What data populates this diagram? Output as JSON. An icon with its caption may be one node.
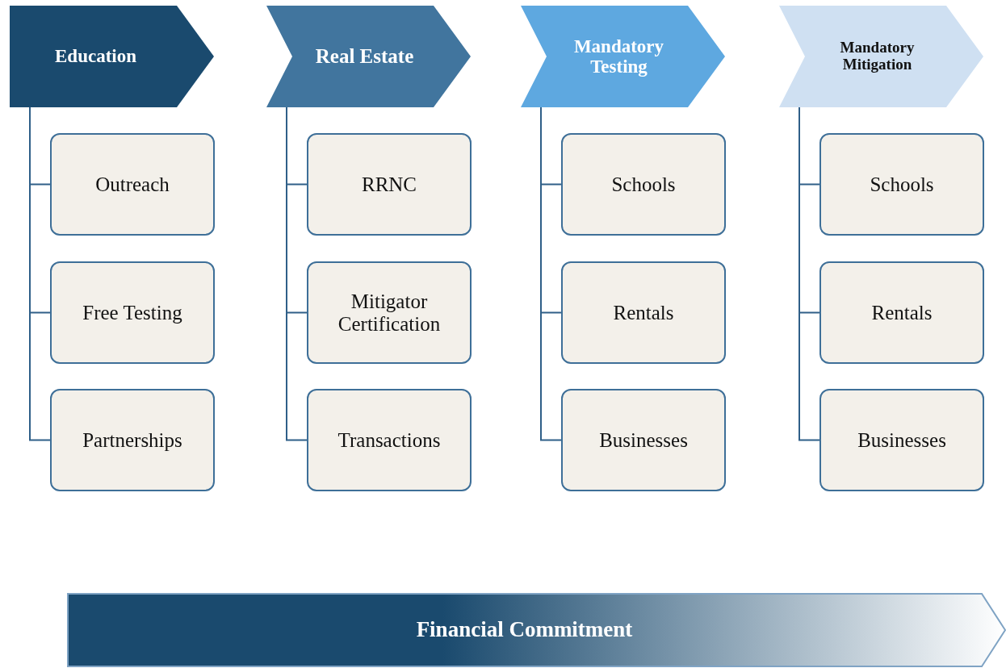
{
  "diagram": {
    "nodes": [
      {
        "text": [
          "Education"
        ]
      },
      {
        "text": [
          "Outreach"
        ]
      },
      {
        "text": [
          "Free Testing"
        ]
      },
      {
        "text": [
          "Partnerships"
        ]
      },
      {
        "text": [
          "Real Estate"
        ]
      },
      {
        "text": [
          "RRNC"
        ]
      },
      {
        "text": [
          "Mitigator Certification"
        ]
      },
      {
        "text": [
          "Transactions"
        ]
      },
      {
        "text": [
          "Mandatory Testing"
        ]
      },
      {
        "text": [
          "Schools"
        ]
      },
      {
        "text": [
          "Rentals"
        ]
      },
      {
        "text": [
          "Businesses"
        ]
      },
      {
        "text": [
          "Mandatory Mitigation"
        ]
      },
      {
        "text": [
          "Schools"
        ]
      },
      {
        "text": [
          "Rentals"
        ]
      },
      {
        "text": [
          "Businesses"
        ]
      },
      {
        "text": [
          "Financial Commitment"
        ]
      }
    ],
    "edges": [
      {
        "from": 0,
        "to": 1,
        "arrow": "none"
      },
      {
        "from": 0,
        "to": 2,
        "arrow": "none"
      },
      {
        "from": 0,
        "to": 3,
        "arrow": "none"
      },
      {
        "from": 4,
        "to": 5,
        "arrow": "none"
      },
      {
        "from": 4,
        "to": 6,
        "arrow": "none"
      },
      {
        "from": 4,
        "to": 7,
        "arrow": "none"
      },
      {
        "from": 8,
        "to": 9,
        "arrow": "none"
      },
      {
        "from": 8,
        "to": 10,
        "arrow": "none"
      },
      {
        "from": 8,
        "to": 11,
        "arrow": "none"
      },
      {
        "from": 12,
        "to": 13,
        "arrow": "none"
      },
      {
        "from": 12,
        "to": 14,
        "arrow": "none"
      },
      {
        "from": 12,
        "to": 15,
        "arrow": "none"
      }
    ]
  }
}
